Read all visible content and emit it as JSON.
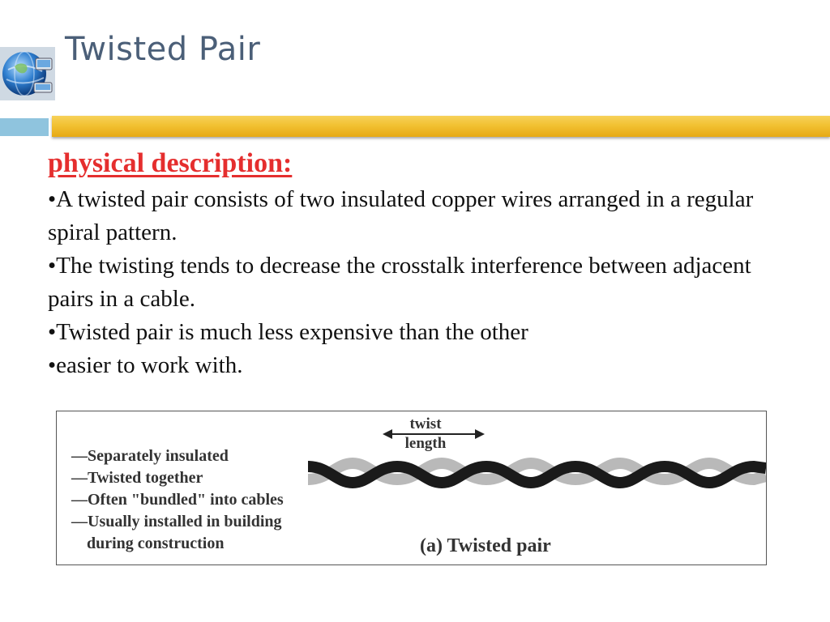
{
  "header": {
    "title": "Twisted Pair"
  },
  "content": {
    "heading": "physical description:",
    "bullets": [
      "•A twisted pair consists of two insulated copper wires arranged in a regular spiral pattern.",
      "•The twisting tends to decrease the crosstalk interference between adjacent pairs in a cable.",
      "•Twisted pair is much less expensive than the other",
      "•easier to work with."
    ]
  },
  "figure": {
    "features": [
      "—Separately insulated",
      "—Twisted together",
      "—Often \"bundled\" into cables",
      "—Usually installed in building",
      "during construction"
    ],
    "twist_label_line1": "twist",
    "twist_label_line2": "length",
    "caption": "(a) Twisted pair"
  },
  "colors": {
    "title": "#4b5f78",
    "heading": "#e52e2e",
    "accent_bar": "#f2c132",
    "accent_left": "#8fc4de",
    "wire_dark": "#1a1a1a",
    "wire_light": "#b9b9b9"
  },
  "icons": {
    "logo": "globe-network-logo-icon"
  }
}
